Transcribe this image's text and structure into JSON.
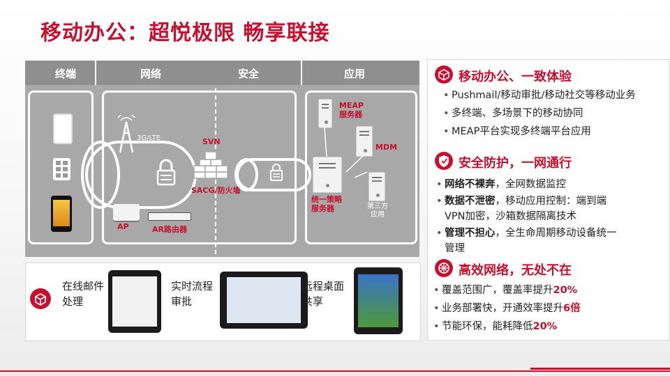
{
  "title": "移动办公：超悦极限 畅享联接",
  "diagram": {
    "columns": [
      "终端",
      "网络",
      "安全",
      "应用"
    ],
    "labels": {
      "lte": "3G/LTE",
      "svn": "SVN",
      "sacg": "SACG/防火墙",
      "ap": "AP",
      "ar": "AR路由器",
      "meap": "MEAP服务器",
      "mdm": "MDM",
      "policy": "统一策略服务器",
      "third": "第三方应用"
    }
  },
  "features": [
    {
      "label": "在线邮件处理"
    },
    {
      "label": "实时流程审批"
    },
    {
      "label": "远程桌面共享"
    }
  ],
  "sections": [
    {
      "title": "移动办公、一致体验",
      "icon": "box-icon",
      "bullets": [
        "Pushmail/移动审批/移动社交等移动业务",
        "多终端、多场景下的移动协同",
        "MEAP平台实现多终端平台应用"
      ]
    },
    {
      "title": "安全防护，一网通行",
      "icon": "shield-icon",
      "bullets": [
        {
          "bold": "网络不裸奔",
          "text": "，全网数据监控"
        },
        {
          "bold": "数据不泄密",
          "text": "，移动应用控制：端到端",
          "cont": "VPN加密，沙箱数据隔离技术"
        },
        {
          "bold": "管理不担心",
          "text": "，全生命周期移动设备统一",
          "cont": "管理"
        }
      ]
    },
    {
      "title": "高效网络，无处不在",
      "icon": "network-icon",
      "bullets": [
        {
          "text": "覆盖范围广，覆盖率提升",
          "red": "20%"
        },
        {
          "text": "业务部署快，开通效率提升",
          "red": "6倍"
        },
        {
          "text": "节能环保，能耗降低",
          "red": "20%"
        }
      ]
    }
  ],
  "colors": {
    "accent": "#c8102e",
    "panel": "#a8a8a8",
    "header": "#8f8f8f"
  }
}
